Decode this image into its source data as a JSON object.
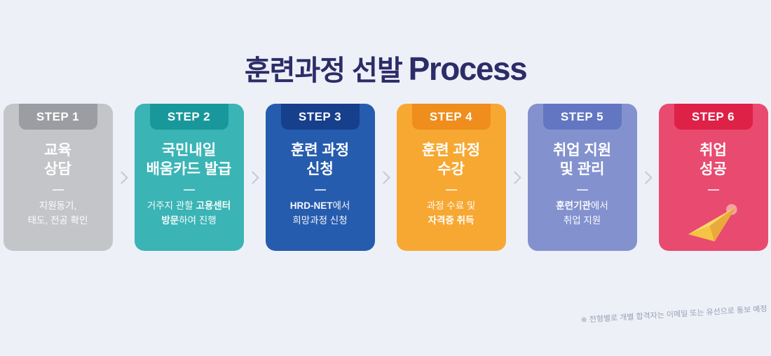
{
  "page": {
    "title_ko": "훈련과정 선발",
    "title_en": "Process",
    "footnote": "※ 전형별로 개별 합격자는 이메일 또는 유선으로 통보 예정"
  },
  "ui": {
    "background": "#eef0f8",
    "title_color": "#2c2c68",
    "chevron_color": "#c5c9d5",
    "footnote_color": "#99a0b4"
  },
  "steps": [
    {
      "badge": "STEP 1",
      "title": "교육\n상담",
      "desc": [
        {
          "t": "지원동기,\n태도, 전공 확인"
        }
      ],
      "colors": {
        "body": "#c4c5c9",
        "header": "#9c9da2"
      }
    },
    {
      "badge": "STEP 2",
      "title": "국민내일\n배움카드 발급",
      "desc": [
        {
          "t": "거주지 관할 "
        },
        {
          "t": "고용센터",
          "b": true
        },
        {
          "t": "\n"
        },
        {
          "t": "방문",
          "b": true
        },
        {
          "t": "하여 진행"
        }
      ],
      "colors": {
        "body": "#3ab4b5",
        "header": "#18989b"
      }
    },
    {
      "badge": "STEP 3",
      "title": "훈련 과정\n신청",
      "desc": [
        {
          "t": "HRD-NET",
          "b": true
        },
        {
          "t": "에서\n희망과정 신청"
        }
      ],
      "colors": {
        "body": "#265cae",
        "header": "#163f8c"
      }
    },
    {
      "badge": "STEP 4",
      "title": "훈련 과정\n수강",
      "desc": [
        {
          "t": "과정 수료 및\n"
        },
        {
          "t": "자격증 취득",
          "b": true
        }
      ],
      "colors": {
        "body": "#f6a833",
        "header": "#ef8d1d"
      }
    },
    {
      "badge": "STEP 5",
      "title": "취업 지원\n및 관리",
      "desc": [
        {
          "t": "훈련기관",
          "b": true
        },
        {
          "t": "에서\n취업 지원"
        }
      ],
      "colors": {
        "body": "#8392ce",
        "header": "#6276c1"
      }
    },
    {
      "badge": "STEP 6",
      "title": "취업\n성공",
      "desc": null,
      "icon": "paper-plane-icon",
      "colors": {
        "body": "#e94a70",
        "header": "#dd2147"
      }
    }
  ]
}
